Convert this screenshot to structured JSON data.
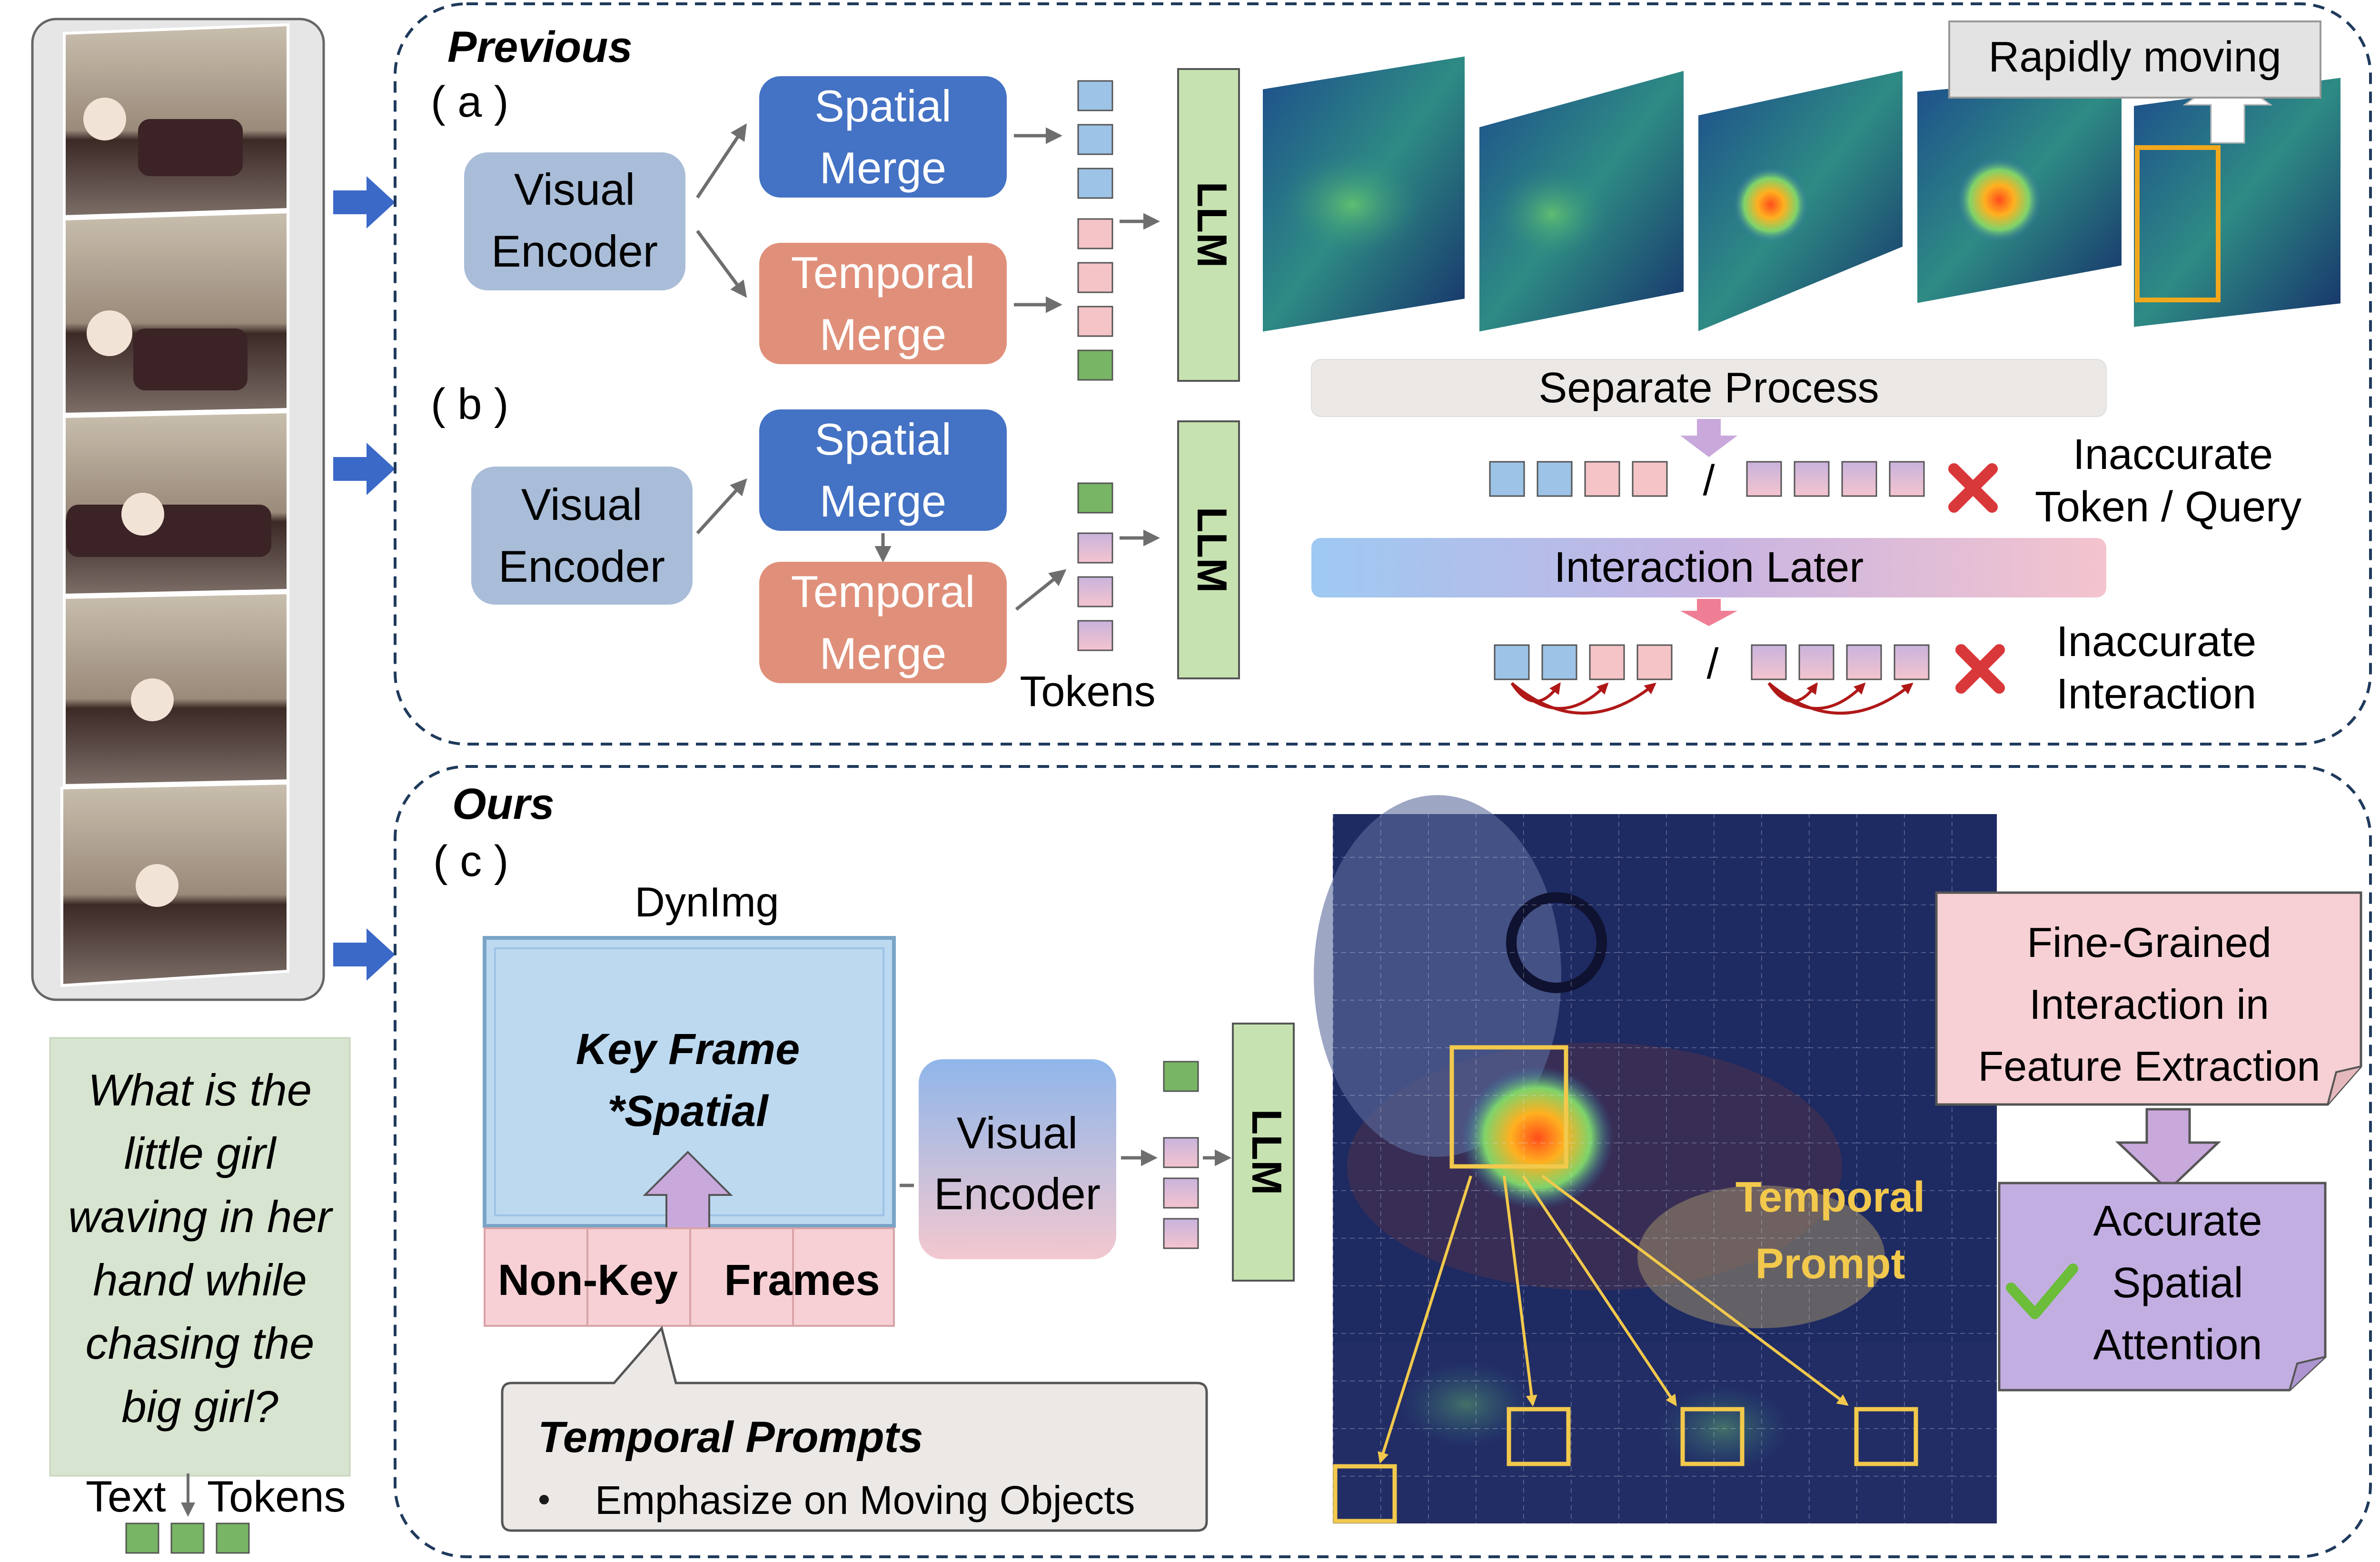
{
  "question": {
    "lines": [
      "What is the",
      "little girl",
      "waving in her",
      "hand while",
      "chasing the",
      "big girl?"
    ],
    "tokens_label_left": "Text",
    "tokens_label_right": "Tokens"
  },
  "previous": {
    "title": "Previous",
    "label_a": "( a )",
    "label_b": "( b )",
    "visual_encoder": [
      "Visual",
      "Encoder"
    ],
    "spatial_merge": [
      "Spatial",
      "Merge"
    ],
    "temporal_merge": [
      "Temporal",
      "Merge"
    ],
    "llm": "LLM",
    "tokens_label": "Tokens",
    "rapidly_moving": "Rapidly moving",
    "separate_process": "Separate Process",
    "inaccurate_token_query": [
      "Inaccurate",
      "Token / Query"
    ],
    "interaction_later": "Interaction Later",
    "inaccurate_interaction": [
      "Inaccurate",
      "Interaction"
    ],
    "slash": "/"
  },
  "ours": {
    "title": "Ours",
    "label_c": "( c )",
    "dynimg": "DynImg",
    "key_frame": [
      "Key Frame",
      "*Spatial"
    ],
    "non_key_frames": [
      "Non-Key",
      "Frames"
    ],
    "visual_encoder": [
      "Visual",
      "Encoder"
    ],
    "llm": "LLM",
    "temporal_prompts_title": "Temporal Prompts",
    "temporal_prompts_bullet": "Emphasize on Moving Objects",
    "temporal_prompt_overlay": [
      "Temporal",
      "Prompt"
    ],
    "fine_grained": [
      "Fine-Grained",
      "Interaction in",
      "Feature Extraction"
    ],
    "accurate": [
      "Accurate",
      "Spatial",
      "Attention"
    ]
  },
  "colors": {
    "dashed_border": "#1f3a5c",
    "visual_encoder_fill": "#a9bdd8",
    "spatial_merge_fill": "#4472c4",
    "temporal_merge_fill": "#e0907a",
    "llm_fill": "#c6e2b0",
    "token_blue": "#9dc3e6",
    "token_pink": "#f4c4c6",
    "token_green": "#78b564",
    "token_purple": "#c9b3dd",
    "arrow_blue": "#3b69c8",
    "red_x": "#d9383a",
    "check_green": "#6bbd3a",
    "highlight_yellow": "#f2c94c",
    "question_bg": "#d7e4cf"
  }
}
